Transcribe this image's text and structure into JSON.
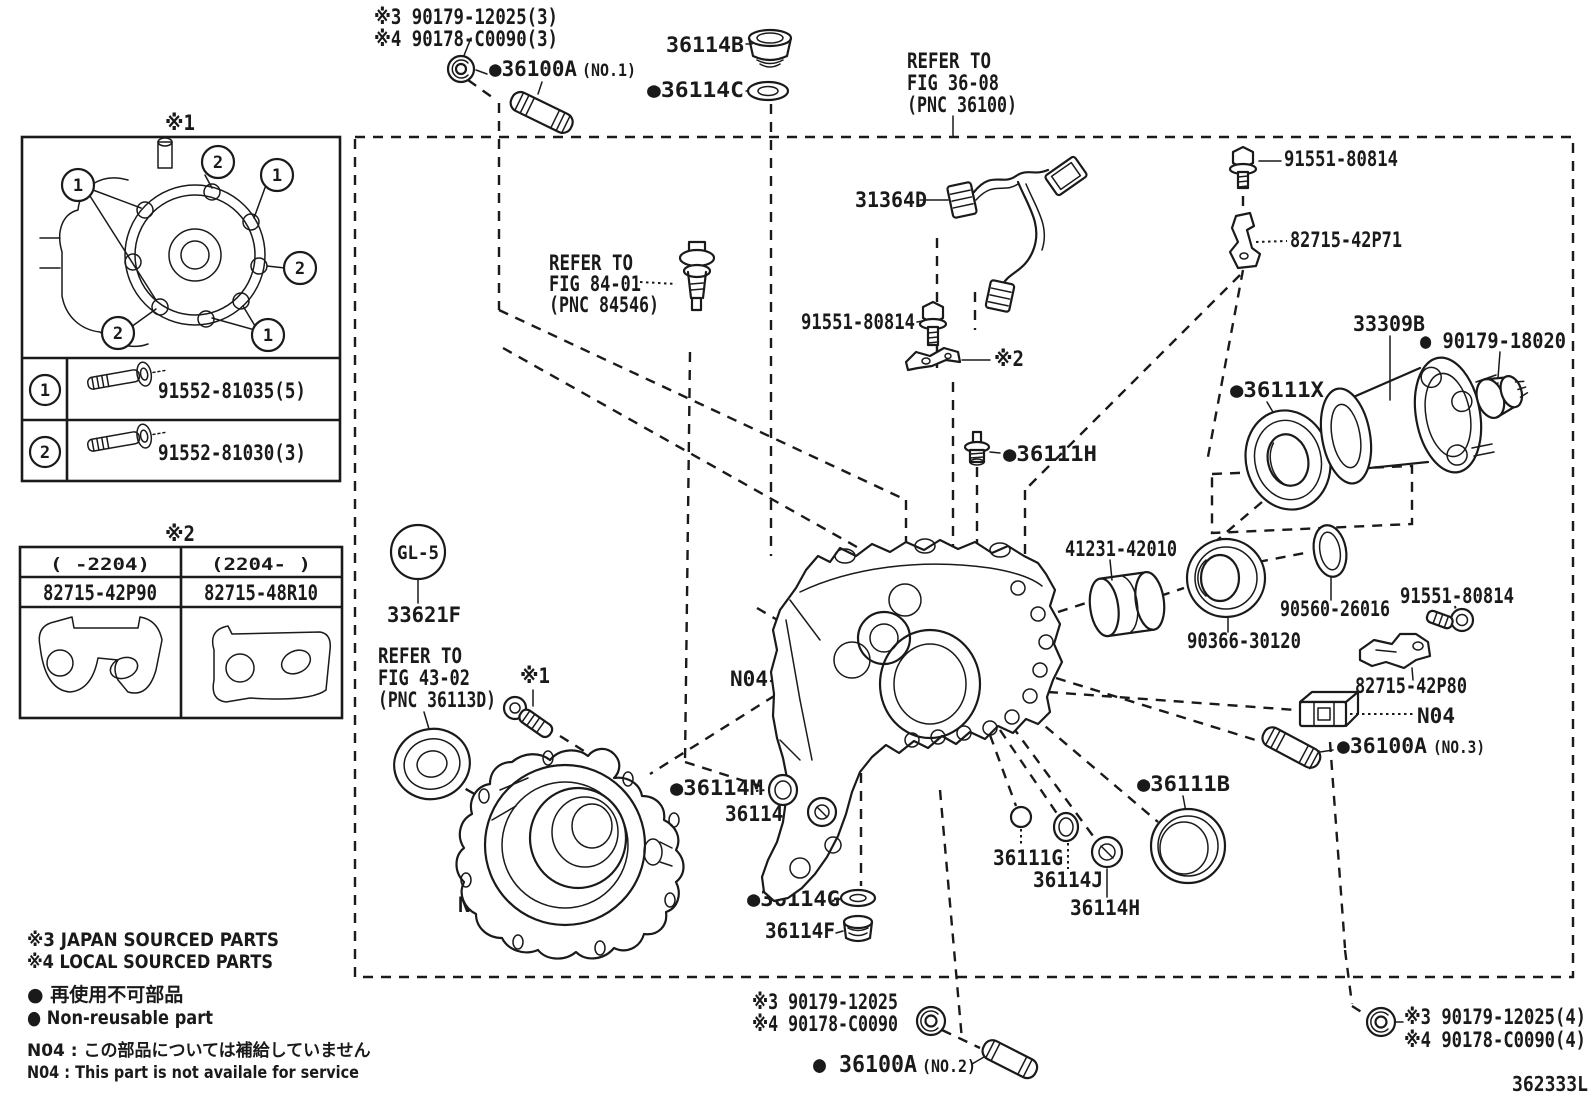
{
  "notes": {
    "top1": "※3 90179-12025(3)",
    "top2": "※4 90178-C0090(3)",
    "bottom_center1": "※3 90179-12025",
    "bottom_center2": "※4 90178-C0090",
    "bottom_right1": "※3 90179-12025(4)",
    "bottom_right2": "※4 90178-C0090(4)"
  },
  "parts": {
    "p36100a_no1": {
      "label": "●36100A",
      "suffix": "(NO.1)"
    },
    "p36100a_no2": {
      "label": "● 36100A",
      "suffix": "(NO.2)"
    },
    "p36100a_no3": {
      "label": "●36100A",
      "suffix": "(NO.3)"
    },
    "p36114b": "36114B",
    "p36114c": "●36114C",
    "p31364d": "31364D",
    "p91551": "91551-80814",
    "p82715_42p71": "82715-42P71",
    "p82715_42p80": "82715-42P80",
    "p33309b": "33309B",
    "p90179_18020": "● 90179-18020",
    "p36111x": "●36111X",
    "p36111h": "●36111H",
    "p36111b": "●36111B",
    "p36111g": "36111G",
    "p41231_42010": "41231-42010",
    "p90560_26016": "90560-26016",
    "p90366_30120": "90366-30120",
    "p36114m": "●36114M",
    "p36114l": "36114L",
    "p36114g": "●36114G",
    "p36114f": "36114F",
    "p36114j": "36114J",
    "p36114h": "36114H",
    "p33621f": "33621F",
    "gl5": "GL-5",
    "n04": "N04",
    "x1": "※1",
    "x2": "※2"
  },
  "refers": {
    "fig3608": [
      "REFER TO",
      "FIG 36-08",
      "(PNC 36100)"
    ],
    "fig8401": [
      "REFER TO",
      "FIG 84-01",
      "(PNC 84546)"
    ],
    "fig4302": [
      "REFER TO",
      "FIG 43-02",
      "(PNC 36113D)"
    ]
  },
  "legend_bolts": {
    "title": "※1",
    "rows": [
      {
        "num": "1",
        "part": "91552-81035(5)"
      },
      {
        "num": "2",
        "part": "91552-81030(3)"
      }
    ]
  },
  "legend_brackets": {
    "title": "※2",
    "col1": {
      "range": "(    -2204)",
      "part": "82715-42P90"
    },
    "col2": {
      "range": "(2204-    )",
      "part": "82715-48R10"
    }
  },
  "footnotes": {
    "f1": "※3 JAPAN SOURCED PARTS",
    "f2": "※4 LOCAL SOURCED PARTS",
    "f3": "● 再使用不可部品",
    "f4": "● Non-reusable part",
    "f5": "N04 : この部品については補給していません",
    "f6": "N04 : This part is not availale for service"
  },
  "drawing_number": "362333L",
  "colors": {
    "ink": "#1a1a1a",
    "background": "#ffffff"
  }
}
